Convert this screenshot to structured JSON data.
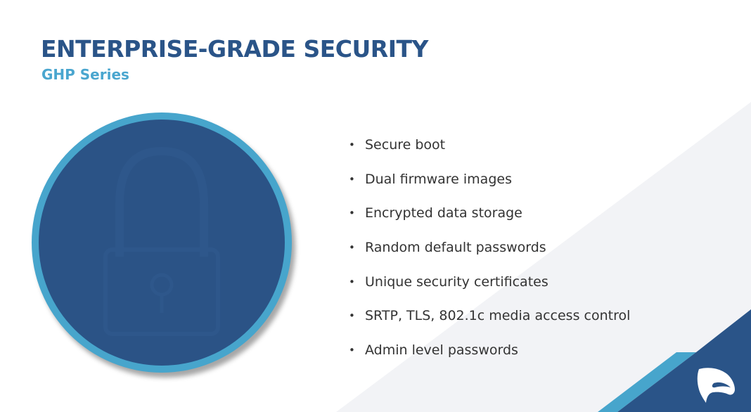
{
  "slide": {
    "title": "ENTERPRISE-GRADE SECURITY",
    "subtitle": "GHP Series"
  },
  "features": [
    {
      "bullet": "•",
      "text": "Secure boot"
    },
    {
      "bullet": "•",
      "text": "Dual firmware images"
    },
    {
      "bullet": "•",
      "text": "Encrypted data storage"
    },
    {
      "bullet": "•",
      "text": "Random default passwords"
    },
    {
      "bullet": "•",
      "text": "Unique security certificates"
    },
    {
      "bullet": "•",
      "text": "SRTP, TLS, 802.1c media access control"
    },
    {
      "bullet": "•",
      "text": "Admin level passwords"
    }
  ],
  "graphics": {
    "circle_icon": "padlock-icon",
    "logo_icon": "grandstream-logo-icon"
  },
  "colors": {
    "title": "#2a5488",
    "subtitle": "#4aa6cf",
    "circle_ring": "#47a5cc",
    "circle_fill": "#2b5386",
    "corner_dark": "#2a5488",
    "corner_light": "#47a5cc",
    "background_band": "#f2f3f6"
  }
}
